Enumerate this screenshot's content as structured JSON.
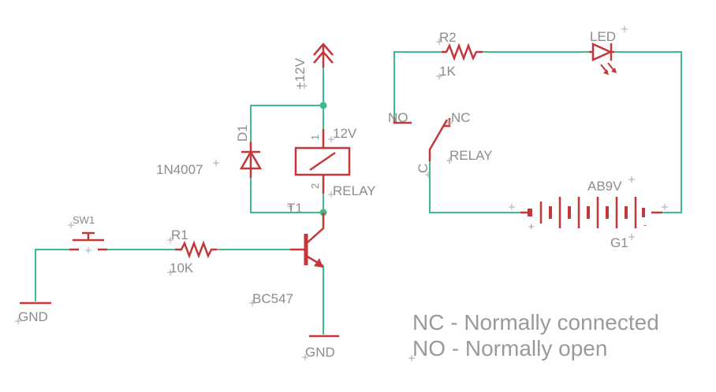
{
  "labels": {
    "supply": "+12V",
    "d1_name": "D1",
    "d1_value": "1N4007",
    "relay_pin1": "1",
    "relay_pin2": "2",
    "relay_coil_voltage": "12V",
    "relay_coil_name": "RELAY",
    "t1_name": "T1",
    "t1_value": "BC547",
    "sw1_name": "SW1",
    "r1_name": "R1",
    "r1_value": "10K",
    "gnd_left": "GND",
    "gnd_mid": "GND",
    "r2_name": "R2",
    "r2_value": "1K",
    "led_name": "LED",
    "no_contact": "NO",
    "nc_contact": "NC",
    "c_contact": "C",
    "relay_switch_name": "RELAY",
    "battery_value": "AB9V",
    "battery_name": "G1",
    "battery_plus": "+",
    "battery_minus": "-"
  },
  "notes": {
    "nc": "NC - Normally connected",
    "no": "NO - Normally open"
  },
  "colors": {
    "wire": "#3dbb8a",
    "component": "#c3373a",
    "label": "#8c8c8c"
  }
}
